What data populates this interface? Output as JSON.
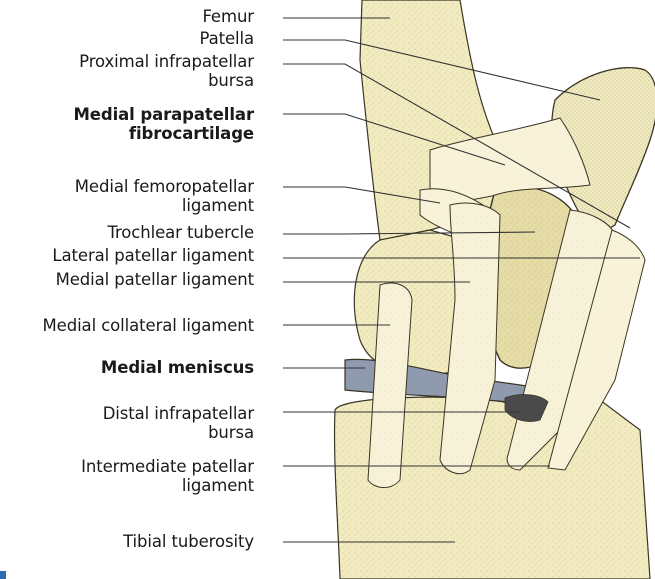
{
  "colors": {
    "bone": "#f2ebc0",
    "bone_shade": "#e6dca6",
    "ligament": "#f7f2d8",
    "meniscus": "#8f9aae",
    "outline": "#3a3424",
    "leader": "#333333"
  },
  "labels": [
    {
      "id": "femur",
      "lines": [
        "Femur"
      ],
      "bold": false
    },
    {
      "id": "patella",
      "lines": [
        "Patella"
      ],
      "bold": false
    },
    {
      "id": "proximal-infrapatellar-bursa",
      "lines": [
        "Proximal infrapatellar",
        "bursa"
      ],
      "bold": false
    },
    {
      "id": "medial-parapatellar-fibrocartilage",
      "lines": [
        "Medial parapatellar",
        "fibrocartilage"
      ],
      "bold": true
    },
    {
      "id": "medial-femoropatellar-ligament",
      "lines": [
        "Medial femoropatellar",
        "ligament"
      ],
      "bold": false
    },
    {
      "id": "trochlear-tubercle",
      "lines": [
        "Trochlear tubercle"
      ],
      "bold": false
    },
    {
      "id": "lateral-patellar-ligament",
      "lines": [
        "Lateral patellar ligament"
      ],
      "bold": false
    },
    {
      "id": "medial-patellar-ligament",
      "lines": [
        "Medial patellar ligament"
      ],
      "bold": false
    },
    {
      "id": "medial-collateral-ligament",
      "lines": [
        "Medial collateral ligament"
      ],
      "bold": false
    },
    {
      "id": "medial-meniscus",
      "lines": [
        "Medial meniscus"
      ],
      "bold": true
    },
    {
      "id": "distal-infrapatellar-bursa",
      "lines": [
        "Distal infrapatellar",
        "bursa"
      ],
      "bold": false
    },
    {
      "id": "intermediate-patellar-ligament",
      "lines": [
        "Intermediate patellar",
        "ligament"
      ],
      "bold": false
    },
    {
      "id": "tibial-tuberosity",
      "lines": [
        "Tibial tuberosity"
      ],
      "bold": false
    }
  ]
}
